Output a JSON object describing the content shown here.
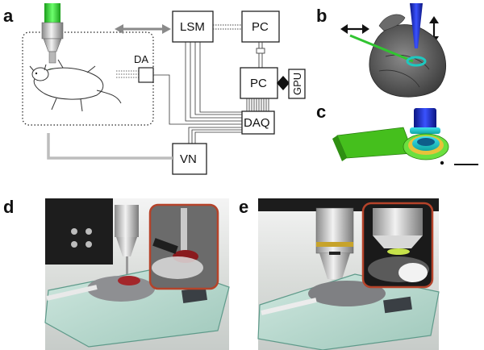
{
  "panels": {
    "a": "a",
    "b": "b",
    "c": "c",
    "d": "d",
    "e": "e"
  },
  "boxes": {
    "lsm": "LSM",
    "pc_top": "PC",
    "pc_mid": "PC",
    "gpu": "GPU",
    "daq": "DAQ",
    "vn": "VN",
    "da": "DA"
  },
  "colors": {
    "laser_green": "#2fd12f",
    "objective_blue": "#1a2bb8",
    "mount_green": "#46c21f",
    "ring_cyan": "#1ec8c0",
    "photo_frame": "#b5432a"
  }
}
